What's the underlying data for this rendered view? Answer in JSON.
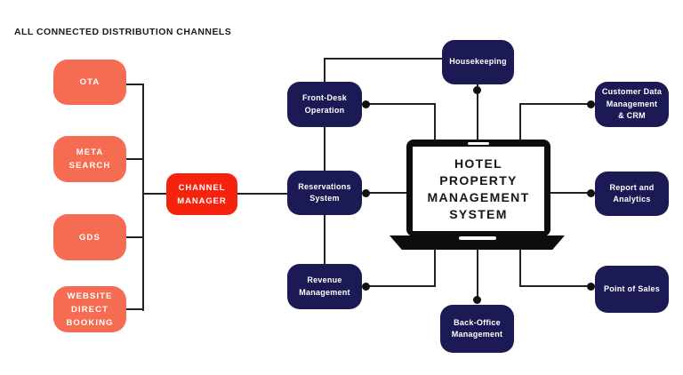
{
  "title": "ALL CONNECTED DISTRIBUTION CHANNELS",
  "colors": {
    "channel_node": "#f66c52",
    "channel_manager_node": "#f5220e",
    "pms_module_node": "#1b1a55",
    "connector": "#222222",
    "background": "#ffffff"
  },
  "distribution_channels": {
    "items": [
      {
        "label": [
          "OTA"
        ]
      },
      {
        "label": [
          "META",
          "SEARCH"
        ]
      },
      {
        "label": [
          "GDS"
        ]
      },
      {
        "label": [
          "WEBSITE",
          "DIRECT",
          "BOOKING"
        ]
      }
    ]
  },
  "channel_manager": {
    "label": [
      "CHANNEL",
      "MANAGER"
    ]
  },
  "pms": {
    "core": {
      "label": [
        "HOTEL",
        "PROPERTY",
        "MANAGEMENT",
        "SYSTEM"
      ]
    },
    "modules": {
      "front_desk": {
        "label": [
          "Front-Desk",
          "Operation"
        ]
      },
      "housekeeping": {
        "label": [
          "Housekeeping"
        ]
      },
      "reservations": {
        "label": [
          "Reservations",
          "System"
        ]
      },
      "revenue": {
        "label": [
          "Revenue",
          "Management"
        ]
      },
      "customer_data_crm": {
        "label": [
          "Customer Data",
          "Management",
          "& CRM"
        ]
      },
      "report_analytics": {
        "label": [
          "Report and",
          "Analytics"
        ]
      },
      "point_of_sales": {
        "label": [
          "Point of Sales"
        ]
      },
      "back_office": {
        "label": [
          "Back-Office",
          "Management"
        ]
      }
    }
  }
}
